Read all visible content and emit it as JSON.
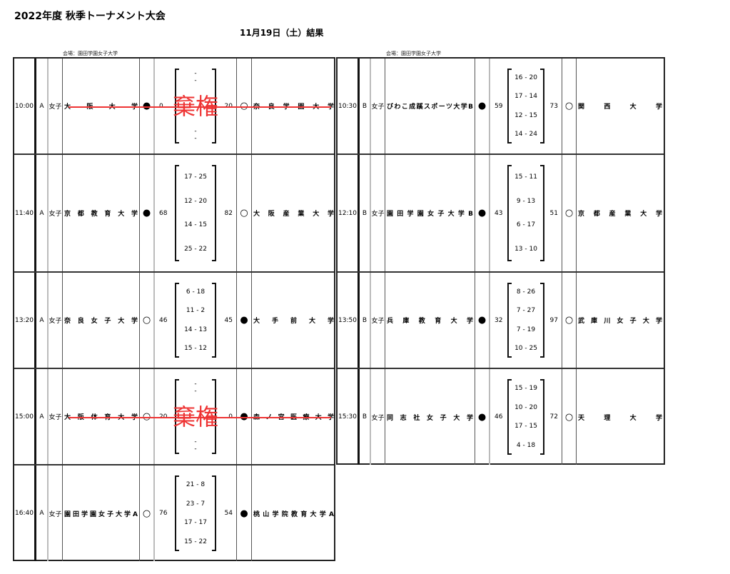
{
  "title": "2022年度 秋季トーナメント大会",
  "date": "11月19日（土）結果",
  "venue_left": "会場：園田学園女子大学",
  "venue_right": "会場：園田学園女子大学",
  "forfeit_label": "棄権",
  "left": [
    {
      "time": "10:00",
      "block": "A",
      "div": "女子",
      "team1": "大阪大学",
      "mark1": "●",
      "score1": "0",
      "sets": [
        "-",
        "-",
        "-",
        "-"
      ],
      "score2": "20",
      "mark2": "○",
      "team2": "奈良学園大学",
      "forfeit": true
    },
    {
      "time": "11:40",
      "block": "A",
      "div": "女子",
      "team1": "京都教育大学",
      "mark1": "●",
      "score1": "68",
      "sets": [
        "17 - 25",
        "12 - 20",
        "14 - 15",
        "25 - 22"
      ],
      "score2": "82",
      "mark2": "○",
      "team2": "大阪産業大学",
      "forfeit": false
    },
    {
      "time": "13:20",
      "block": "A",
      "div": "女子",
      "team1": "奈良女子大学",
      "mark1": "○",
      "score1": "46",
      "sets": [
        "6 - 18",
        "11 - 2",
        "14 - 13",
        "15 - 12"
      ],
      "score2": "45",
      "mark2": "●",
      "team2": "大手前大学",
      "forfeit": false
    },
    {
      "time": "15:00",
      "block": "A",
      "div": "女子",
      "team1": "大阪体育大学",
      "mark1": "○",
      "score1": "20",
      "sets": [
        "-",
        "-",
        "-",
        "-"
      ],
      "score2": "0",
      "mark2": "●",
      "team2": "森ノ宮医療大学",
      "forfeit": true
    },
    {
      "time": "16:40",
      "block": "A",
      "div": "女子",
      "team1": "園田学園女子大学A",
      "mark1": "○",
      "score1": "76",
      "sets": [
        "21 - 8",
        "23 - 7",
        "17 - 17",
        "15 - 22"
      ],
      "score2": "54",
      "mark2": "●",
      "team2": "桃山学院教育大学A",
      "forfeit": false
    }
  ],
  "right": [
    {
      "time": "10:30",
      "block": "B",
      "div": "女子",
      "team1": "びわこ成蹊スポーツ大学B",
      "mark1": "●",
      "score1": "59",
      "sets": [
        "16 - 20",
        "17 - 14",
        "12 - 15",
        "14 - 24"
      ],
      "score2": "73",
      "mark2": "○",
      "team2": "関西大学",
      "forfeit": false
    },
    {
      "time": "12:10",
      "block": "B",
      "div": "女子",
      "team1": "園田学園女子大学B",
      "mark1": "●",
      "score1": "43",
      "sets": [
        "15 - 11",
        "9 - 13",
        "6 - 17",
        "13 - 10"
      ],
      "score2": "51",
      "mark2": "○",
      "team2": "京都産業大学",
      "forfeit": false
    },
    {
      "time": "13:50",
      "block": "B",
      "div": "女子",
      "team1": "兵庫教育大学",
      "mark1": "●",
      "score1": "32",
      "sets": [
        "8 - 26",
        "7 - 27",
        "7 - 19",
        "10 - 25"
      ],
      "score2": "97",
      "mark2": "○",
      "team2": "武庫川女子大学",
      "forfeit": false
    },
    {
      "time": "15:30",
      "block": "B",
      "div": "女子",
      "team1": "同志社女子大学",
      "mark1": "●",
      "score1": "46",
      "sets": [
        "15 - 19",
        "10 - 20",
        "17 - 15",
        "4 - 18"
      ],
      "score2": "72",
      "mark2": "○",
      "team2": "天理大学",
      "forfeit": false
    }
  ]
}
